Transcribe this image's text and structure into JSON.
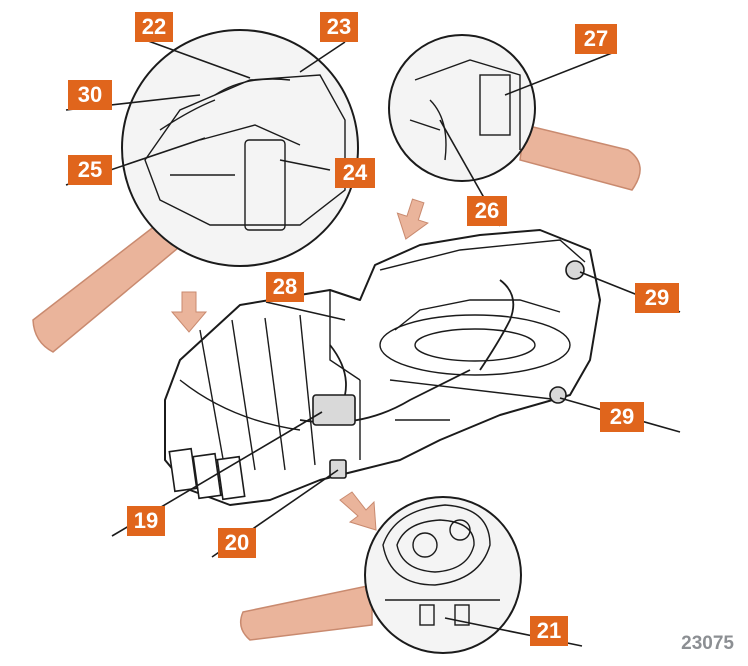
{
  "colors": {
    "accent": "#e0651c",
    "beam": "#eab49b",
    "beam_edge": "#c98a6f",
    "line": "#1b1b1b",
    "detail_fill": "#f4f4f4",
    "component_fill": "#d9d9d9"
  },
  "callouts": {
    "c19": "19",
    "c20": "20",
    "c21": "21",
    "c22": "22",
    "c23": "23",
    "c24": "24",
    "c25": "25",
    "c26": "26",
    "c27": "27",
    "c28": "28",
    "c29_upper": "29",
    "c29_lower": "29",
    "c30": "30"
  },
  "figure_number": "23075",
  "icons": {
    "beam": "magnifier-beam",
    "arrow": "direction-arrow"
  }
}
